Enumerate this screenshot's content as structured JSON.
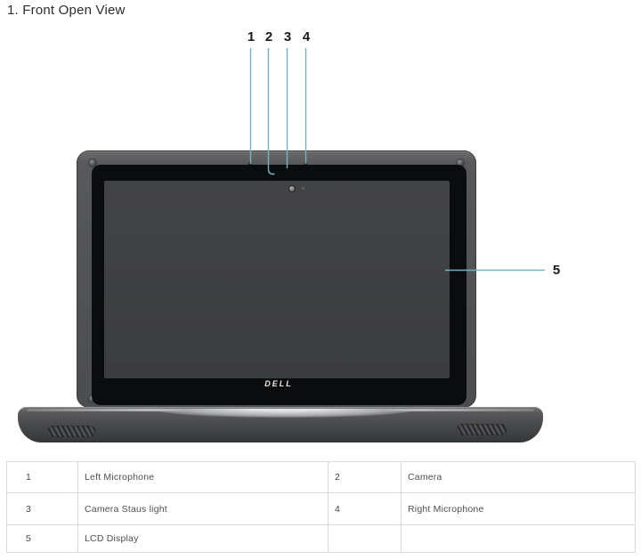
{
  "page": {
    "title": "1. Front Open View",
    "background": "#ffffff"
  },
  "callouts": {
    "line_color": "#73b3c1",
    "top": [
      {
        "num": "1"
      },
      {
        "num": "2"
      },
      {
        "num": "3"
      },
      {
        "num": "4"
      }
    ],
    "side": {
      "num": "5"
    }
  },
  "laptop": {
    "brand": "DELL",
    "colors": {
      "frame": "#525355",
      "bezel": "#0b0c0d",
      "screen": "#3f4041",
      "base": "#4a4b4d",
      "hinge_highlight": "#dcddde"
    }
  },
  "legend_table": {
    "border_color": "#d9d9d9",
    "rows": [
      {
        "cells": [
          {
            "num": "1",
            "label": "Left Microphone"
          },
          {
            "num": "2",
            "label": "Camera"
          }
        ]
      },
      {
        "cells": [
          {
            "num": "3",
            "label": "Camera Staus light"
          },
          {
            "num": "4",
            "label": "Right Microphone"
          }
        ]
      },
      {
        "cells": [
          {
            "num": "5",
            "label": "LCD Display"
          },
          {
            "num": "",
            "label": ""
          }
        ]
      }
    ]
  }
}
